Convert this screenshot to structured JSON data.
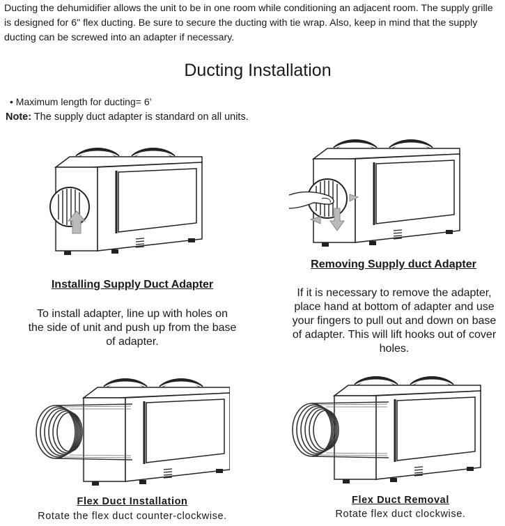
{
  "intro": "Ducting the dehumidifier allows the unit to be in one room while conditioning an adjacent room. The supply grille is designed for 6\" flex ducting. Be sure to secure the ducting with tie wrap. Also, keep in mind that the supply ducting can be screwed into an adapter if necessary.",
  "heading": "Ducting Installation",
  "bullet": "• Maximum length for ducting= 6’",
  "note": {
    "label": "Note:",
    "text": " The supply duct adapter is standard on all units."
  },
  "sections": [
    {
      "title": "Installing Supply Duct Adapter",
      "text": "To install adapter, line up with holes on the side of unit and push up from the base of adapter."
    },
    {
      "title": "Removing Supply duct Adapter",
      "text": "If it is necessary to remove the adapter, place hand at bottom of adapter and use your fingers to pull out and down on base of adapter. This will lift hooks out of cover holes."
    },
    {
      "title": "Flex Duct Installation",
      "text": "Rotate the flex duct counter-clockwise."
    },
    {
      "title": "Flex Duct Removal",
      "text": "Rotate flex duct clockwise."
    }
  ]
}
